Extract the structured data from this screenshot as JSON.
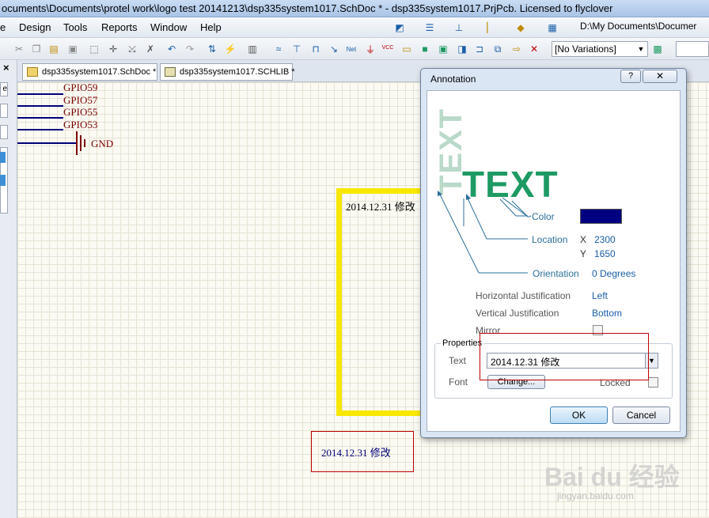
{
  "window": {
    "title": "ocuments\\Documents\\protel work\\logo test 20141213\\dsp335system1017.SchDoc * - dsp335system1017.PrjPcb. Licensed to flyclover"
  },
  "menu": {
    "items": [
      {
        "label": "e"
      },
      {
        "label": "Design"
      },
      {
        "label": "Tools"
      },
      {
        "label": "Reports"
      },
      {
        "label": "Window"
      },
      {
        "label": "Help"
      }
    ],
    "path": "D:\\My Documents\\Documer"
  },
  "toolbar": {
    "variations": "[No Variations]",
    "net_icon_label": "Net",
    "vcc_icon_label": "VCC"
  },
  "left_panel": {
    "close": "×",
    "button_label": "e"
  },
  "tabs": [
    {
      "label": "dsp335system1017.SchDoc *"
    },
    {
      "label": "dsp335system1017.SCHLIB *"
    }
  ],
  "schematic": {
    "nets": [
      "GPIO59",
      "GPIO57",
      "GPIO55",
      "GPIO53"
    ],
    "ground_label": "GND",
    "annotation_selected": "2014.12.31 修改",
    "annotation_result": "2014.12.31 修改"
  },
  "dialog": {
    "title": "Annotation",
    "help": "?",
    "close": "✕",
    "preview_text": "TEXT",
    "labels": {
      "color": "Color",
      "location": "Location",
      "orientation": "Orientation",
      "hjust": "Horizontal Justification",
      "vjust": "Vertical Justification",
      "mirror": "Mirror",
      "properties": "Properties",
      "text": "Text",
      "font": "Font",
      "locked": "Locked"
    },
    "values": {
      "color": "#000080",
      "x_axis": "X",
      "x": "2300",
      "y_axis": "Y",
      "y": "1650",
      "orientation": "0 Degrees",
      "hjust": "Left",
      "vjust": "Bottom",
      "mirror": false,
      "text": "2014.12.31 修改",
      "locked": false
    },
    "buttons": {
      "change": "Change...",
      "ok": "OK",
      "cancel": "Cancel"
    }
  },
  "watermark": {
    "text": "Bai du 经验",
    "url": "jingyan.baidu.com"
  }
}
